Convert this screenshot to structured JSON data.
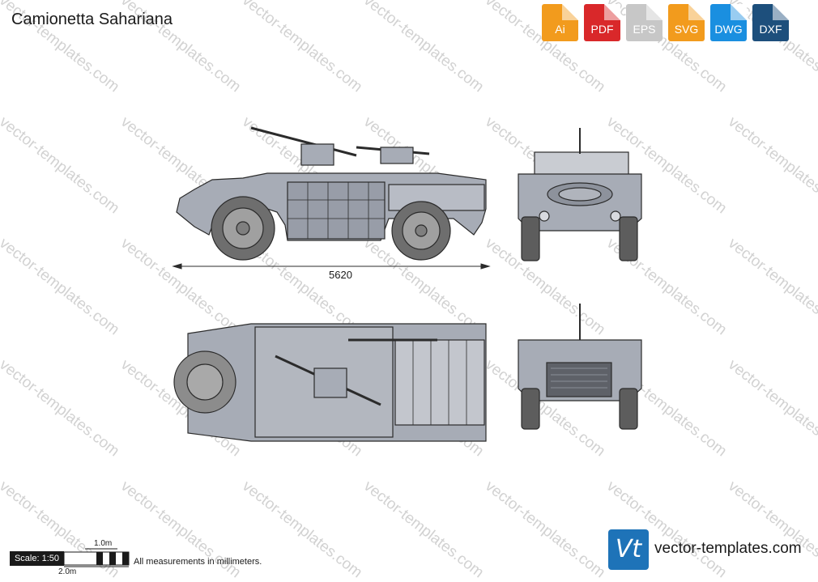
{
  "title": "Camionetta Sahariana",
  "watermark_text": "vector-templates.com",
  "formats": [
    {
      "label": "Ai",
      "color": "#f29b1d"
    },
    {
      "label": "PDF",
      "color": "#d9282a"
    },
    {
      "label": "EPS",
      "color": "#c7c7c7"
    },
    {
      "label": "SVG",
      "color": "#f29b1d"
    },
    {
      "label": "DWG",
      "color": "#1a8fe0"
    },
    {
      "label": "DXF",
      "color": "#1d4f7c"
    }
  ],
  "dimension": "5620",
  "scale": {
    "label": "Scale: 1:50",
    "one_meter": "1.0m",
    "two_meter": "2.0m"
  },
  "note": "All measurements in millimeters.",
  "brand": {
    "logo": "Vt",
    "site": "vector-templates.com"
  },
  "colors": {
    "vehicle_body": "#a7acb6",
    "outline": "#2b2b2b",
    "tire": "#7f7f7f"
  }
}
